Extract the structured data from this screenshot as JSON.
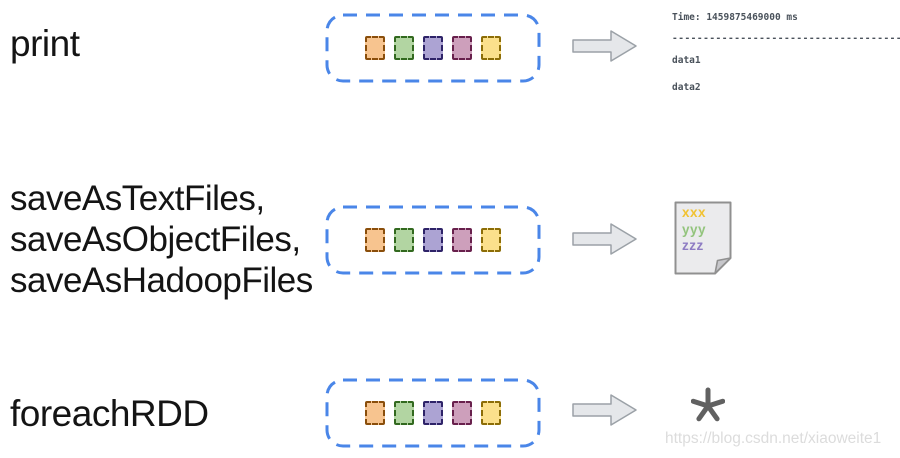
{
  "rows": [
    {
      "operation": "print",
      "label_lines": [
        "print"
      ],
      "output": {
        "type": "console",
        "time_line": "Time: 1459875469000 ms",
        "separator": "--------------------------------------------------------",
        "lines": [
          "data1",
          "data2"
        ]
      }
    },
    {
      "operation": "saveAs*Files",
      "label_lines": [
        "saveAsTextFiles,",
        "saveAsObjectFiles,",
        "saveAsHadoopFiles"
      ],
      "output": {
        "type": "file",
        "lines": [
          "xxx",
          "yyy",
          "zzz"
        ],
        "line_colors": [
          "#F1C232",
          "#93C47D",
          "#8E7CC3"
        ]
      }
    },
    {
      "operation": "foreachRDD",
      "label_lines": [
        "foreachRDD"
      ],
      "output": {
        "type": "asterisk"
      }
    }
  ],
  "batch": {
    "box_border_color": "#4A86E8",
    "squares": [
      {
        "name": "partition-square-orange",
        "fill": "#F7C48F",
        "border": "#8A4E0B"
      },
      {
        "name": "partition-square-green",
        "fill": "#B2D5A2",
        "border": "#32691F"
      },
      {
        "name": "partition-square-purple",
        "fill": "#ACA3D3",
        "border": "#2E2368"
      },
      {
        "name": "partition-square-magenta",
        "fill": "#CD9FBB",
        "border": "#68204C"
      },
      {
        "name": "partition-square-yellow",
        "fill": "#FBE08C",
        "border": "#8C6D07"
      }
    ]
  },
  "colors": {
    "arrow_fill": "#E5E7EA",
    "arrow_border": "#9BA1A7",
    "console_text": "#4A525B",
    "page_fill": "#EBEBED",
    "page_border": "#909090",
    "page_fold": "#C7C7CB",
    "asterisk": "#616161",
    "label_text": "#141414",
    "watermark_text": "#DCDCDC"
  },
  "watermark": "https://blog.csdn.net/xiaoweite1"
}
